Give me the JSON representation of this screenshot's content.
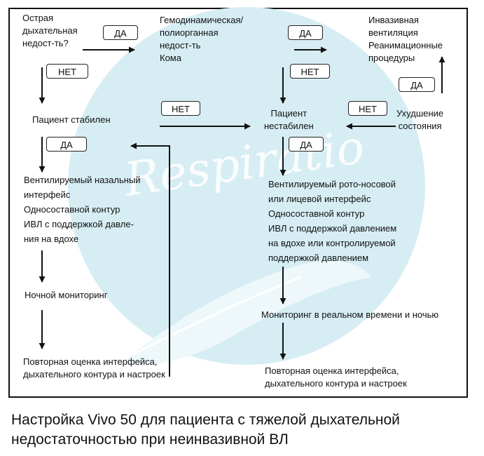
{
  "nodes": {
    "resp_failure_q": "Острая\nдыхательная\nнедост-ть?",
    "hemodynamic": "Гемодинамическая/\nполиорганная\nнедост-ть\nКома",
    "invasive": "Инвазивная\nвентиляция\nРеанимационные\nпроцедуры",
    "stable": "Пациент стабилен",
    "unstable": "Пациент\nнестабилен",
    "worsening": "Ухудшение\nсостояния",
    "left_settings": "Вентилируемый назальный\nинтерфейс\nОдносоставной контур\nИВЛ с поддержкой давле-\nния на вдохе",
    "right_settings": "Вентилируемый рото-носовой\nили лицевой интерфейс\nОдносоставной контур\nИВЛ с поддержкой давлением\nна вдохе или контролируемой\nподдержкой давлением",
    "night_monitoring": "Ночной мониторинг",
    "realtime_monitoring": "Мониторинг в реальном времени и ночью",
    "reassess_left": "Повторная оценка интерфейса,\nдыхательного контура и настроек",
    "reassess_right": "Повторная оценка интерфейса,\nдыхательного контура и настроек"
  },
  "labels": {
    "yes_1": "ДА",
    "yes_2": "ДА",
    "yes_3": "ДА",
    "yes_4": "ДА",
    "yes_5": "ДА",
    "no_1": "НЕТ",
    "no_2": "НЕТ",
    "no_3": "НЕТ",
    "no_4": "НЕТ"
  },
  "watermark_text": "Respiratio",
  "caption": "Настройка Vivo 50 для пациента с тяжелой дыхательной\nнедостаточностью при неинвазивной ВЛ",
  "colors": {
    "watermark": "#d6edf3",
    "line": "#111111"
  }
}
